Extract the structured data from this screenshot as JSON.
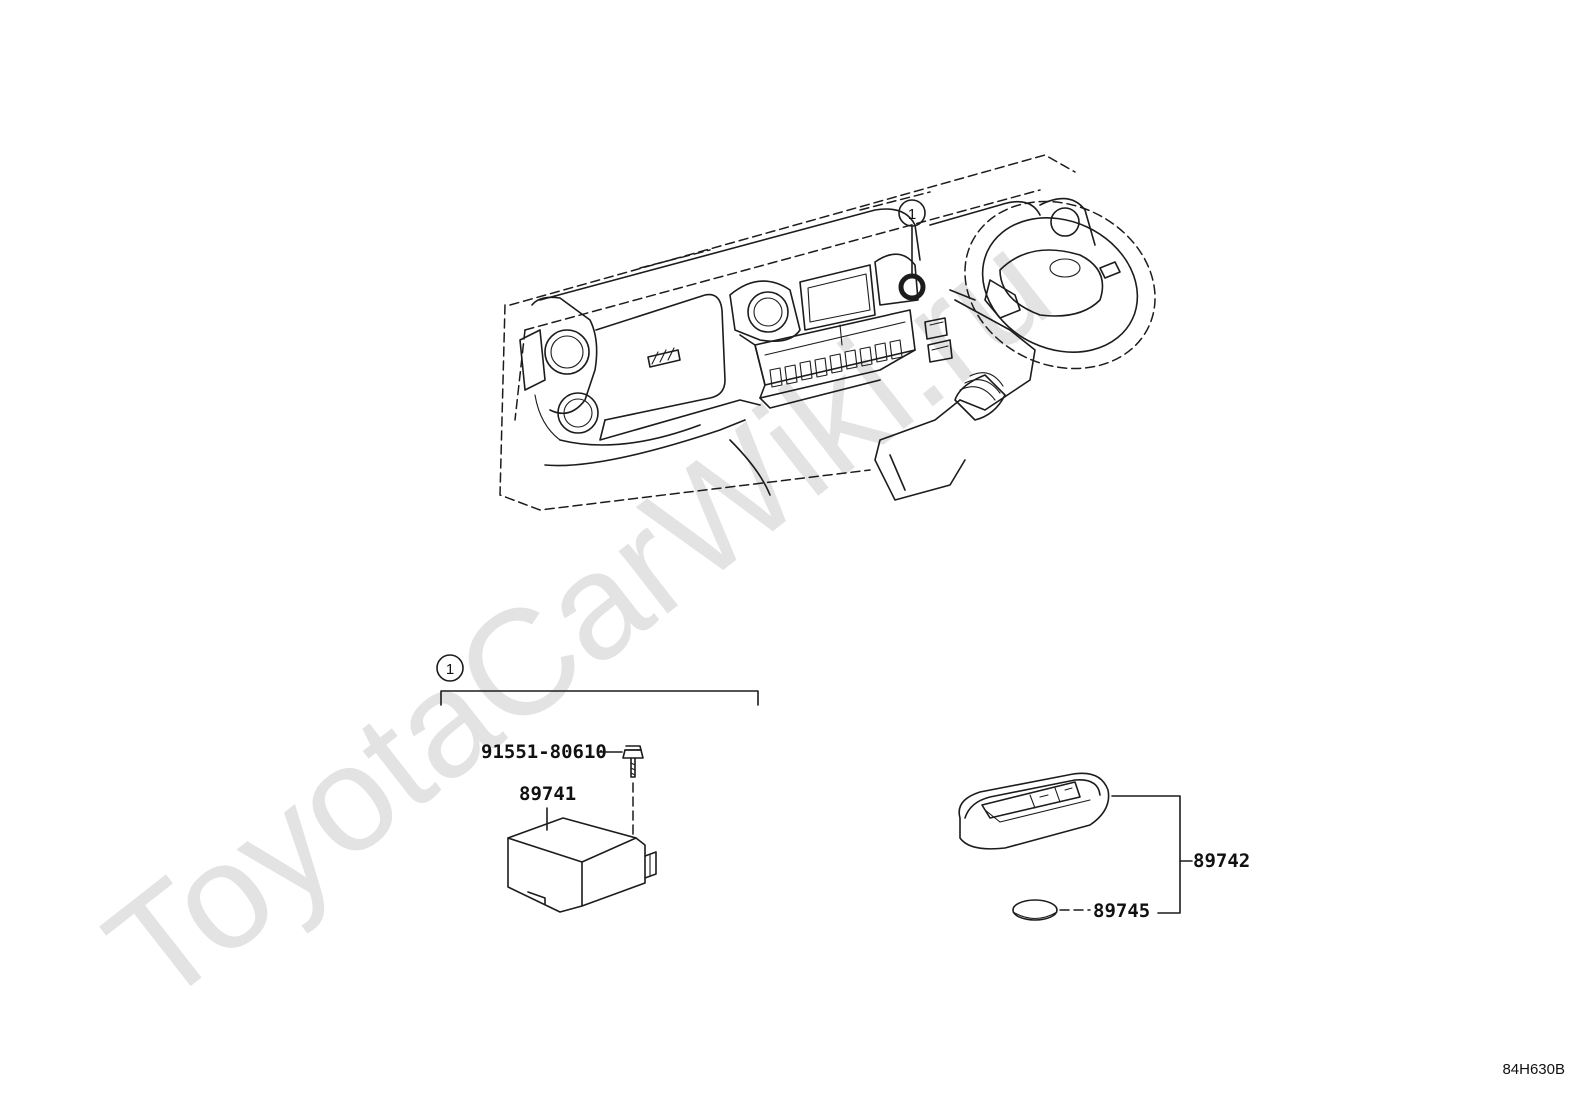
{
  "watermark": "ToyotaCarWiki.ru",
  "diagram_code": "84H630B",
  "callout_ref": "1",
  "parts": {
    "bolt": "91551-80610",
    "receiver": "89741",
    "key_assembly": "89742",
    "battery": "89745"
  }
}
